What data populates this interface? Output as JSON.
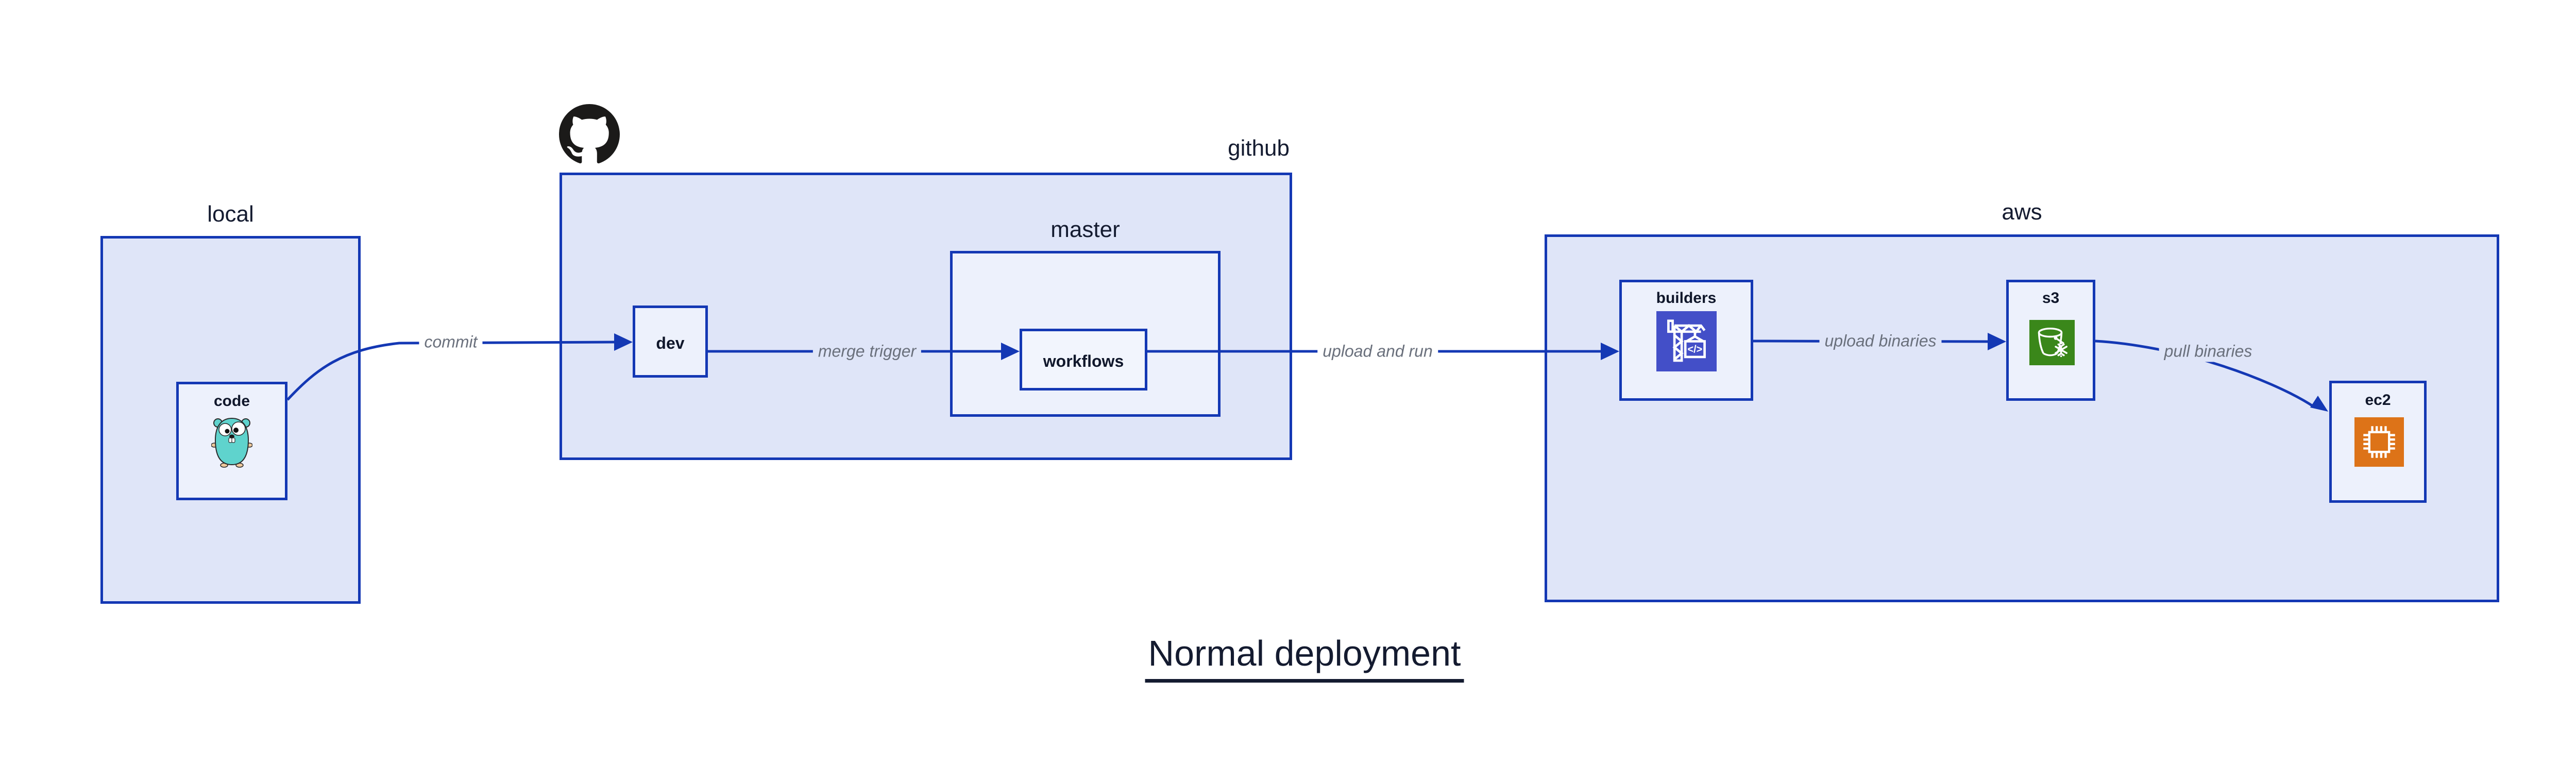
{
  "title": {
    "text": "Normal deployment"
  },
  "regions": {
    "local": {
      "label": "local"
    },
    "github": {
      "label": "github"
    },
    "master": {
      "label": "master"
    },
    "aws": {
      "label": "aws"
    }
  },
  "nodes": {
    "code": {
      "label": "code"
    },
    "dev": {
      "label": "dev"
    },
    "workflows": {
      "label": "workflows"
    },
    "builders": {
      "label": "builders"
    },
    "s3": {
      "label": "s3"
    },
    "ec2": {
      "label": "ec2"
    }
  },
  "edges": {
    "commit": {
      "label": "commit"
    },
    "merge_trigger": {
      "label": "merge trigger"
    },
    "upload_and_run": {
      "label": "upload and run"
    },
    "upload_binaries": {
      "label": "upload binaries"
    },
    "pull_binaries": {
      "label": "pull binaries"
    }
  },
  "icons": {
    "github": "github-octocat-icon",
    "code": "go-gopher-icon",
    "builders": "codebuild-crane-icon",
    "s3": "s3-bucket-icon",
    "ec2": "ec2-chip-icon"
  },
  "colors": {
    "outline_blue": "#1438b4",
    "region_fill": "#dfe5f8",
    "node_fill": "#edf1fc",
    "label_dark": "#141b30",
    "edge_label_gray": "#6a707c",
    "codebuild_purple": "#434fc8",
    "s3_green": "#3a871a",
    "ec2_orange": "#dd7318",
    "gopher_teal": "#5fd3cd",
    "octocat_black": "#1b1a19"
  }
}
